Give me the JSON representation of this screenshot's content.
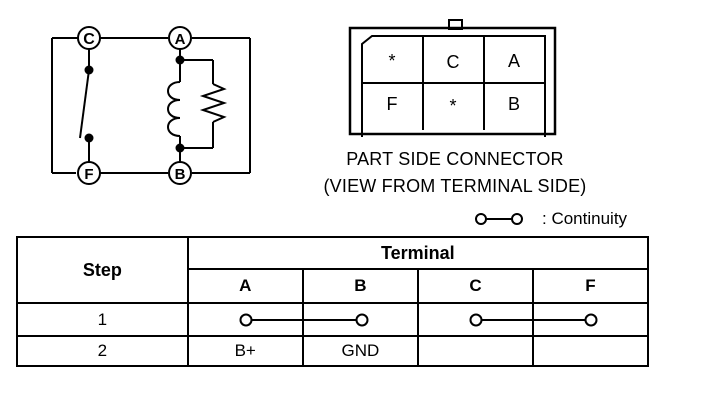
{
  "schematic": {
    "terminals": [
      "C",
      "A",
      "F",
      "B"
    ]
  },
  "connector": {
    "cells": [
      [
        "*",
        "C",
        "A"
      ],
      [
        "F",
        "*",
        "B"
      ]
    ],
    "caption_line1": "PART SIDE CONNECTOR",
    "caption_line2": "(VIEW FROM TERMINAL SIDE)"
  },
  "legend": {
    "label": ": Continuity"
  },
  "table": {
    "step_header": "Step",
    "terminal_header": "Terminal",
    "columns": [
      "A",
      "B",
      "C",
      "F"
    ],
    "rows": [
      {
        "step": "1",
        "cells": [
          "",
          "",
          "",
          ""
        ]
      },
      {
        "step": "2",
        "cells": [
          "B+",
          "GND",
          "",
          ""
        ]
      }
    ],
    "continuity": [
      {
        "step": "1",
        "from": "A",
        "to": "B"
      },
      {
        "step": "1",
        "from": "C",
        "to": "F"
      }
    ]
  }
}
